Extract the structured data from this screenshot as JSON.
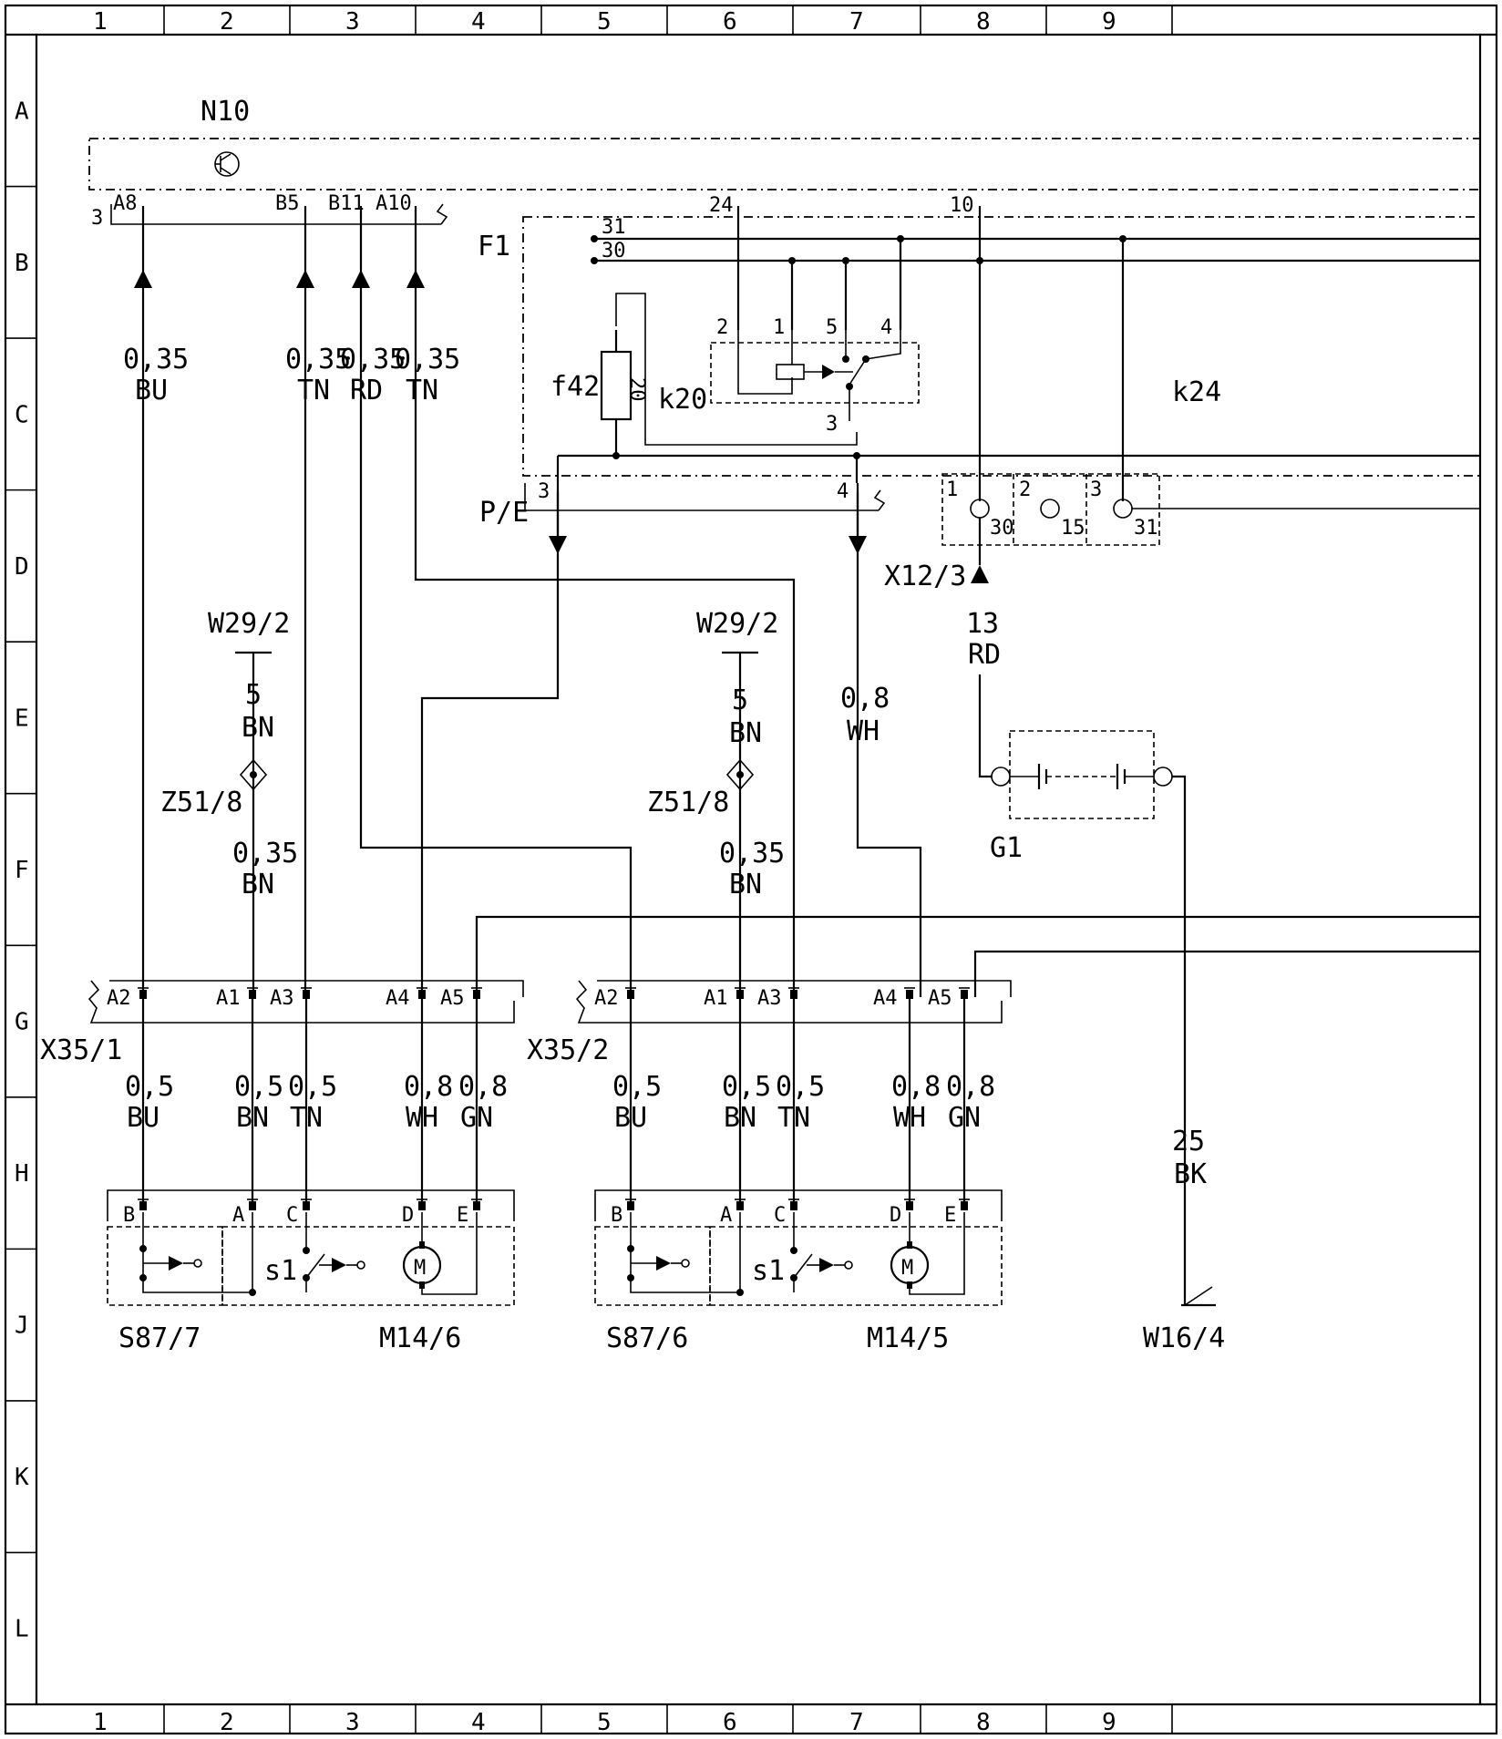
{
  "frame": {
    "columns": [
      "1",
      "2",
      "3",
      "4",
      "5",
      "6",
      "7",
      "8",
      "9"
    ],
    "rows": [
      "A",
      "B",
      "C",
      "D",
      "E",
      "F",
      "G",
      "H",
      "J",
      "K",
      "L"
    ]
  },
  "components": {
    "n10": "N10",
    "f1": "F1",
    "f42": "f42",
    "f42_rating": "20",
    "k20": "k20",
    "k24": "k24",
    "pe": "P/E",
    "x12_3": "X12/3",
    "g1": "G1",
    "w29_2_left": "W29/2",
    "w29_2_right": "W29/2",
    "z51_8_left": "Z51/8",
    "z51_8_right": "Z51/8",
    "x35_1": "X35/1",
    "x35_2": "X35/2",
    "s87_7": "S87/7",
    "m14_6": "M14/6",
    "s87_6": "S87/6",
    "m14_5": "M14/5",
    "w16_4": "W16/4",
    "s1_left": "s1",
    "s1_right": "s1",
    "motor": "M"
  },
  "pins": {
    "n10_conn": "3",
    "n10_a8": "A8",
    "n10_b5": "B5",
    "n10_b11": "B11",
    "n10_a10": "A10",
    "n10_24": "24",
    "n10_10": "10",
    "f1_31": "31",
    "f1_30": "30",
    "k20_2": "2",
    "k20_1": "1",
    "k20_5": "5",
    "k20_4": "4",
    "k20_3": "3",
    "pe_3": "3",
    "pe_4": "4",
    "x12_1": "1",
    "x12_2": "2",
    "x12_3": "3",
    "x12_30": "30",
    "x12_15": "15",
    "x12_31": "31",
    "x35_a2": "A2",
    "x35_a1": "A1",
    "x35_a3": "A3",
    "x35_a4": "A4",
    "x35_a5": "A5",
    "sw_b": "B",
    "sw_a": "A",
    "sw_c": "C",
    "sw_d": "D",
    "sw_e": "E"
  },
  "wires": {
    "bu035": [
      "0,35",
      "BU"
    ],
    "tn035a": [
      "0,35",
      "TN"
    ],
    "rd035": [
      "0,35",
      "RD"
    ],
    "tn035b": [
      "0,35",
      "TN"
    ],
    "bn5_left": [
      "5",
      "BN"
    ],
    "bn035_left": [
      "0,35",
      "BN"
    ],
    "bn5_right": [
      "5",
      "BN"
    ],
    "bn035_right": [
      "0,35",
      "BN"
    ],
    "wh08": [
      "0,8",
      "WH"
    ],
    "rd13": [
      "13",
      "RD"
    ],
    "bk25": [
      "25",
      "BK"
    ],
    "left_bottom": [
      [
        "0,5",
        "BU"
      ],
      [
        "0,5",
        "BN"
      ],
      [
        "0,5",
        "TN"
      ],
      [
        "0,8",
        "WH"
      ],
      [
        "0,8",
        "GN"
      ]
    ],
    "right_bottom": [
      [
        "0,5",
        "BU"
      ],
      [
        "0,5",
        "BN"
      ],
      [
        "0,5",
        "TN"
      ],
      [
        "0,8",
        "WH"
      ],
      [
        "0,8",
        "GN"
      ]
    ]
  }
}
